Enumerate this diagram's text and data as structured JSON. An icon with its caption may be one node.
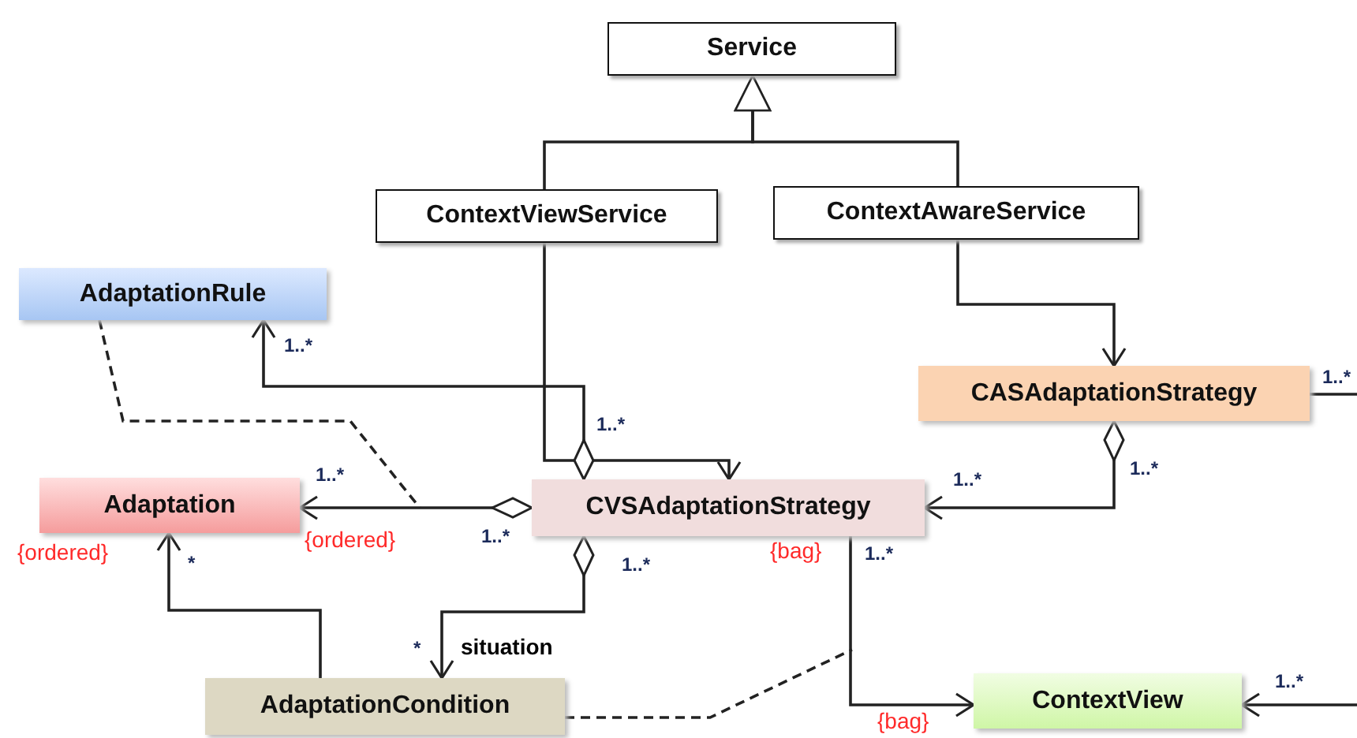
{
  "diagram": {
    "nodes": [
      {
        "text": [
          "Service"
        ]
      },
      {
        "text": [
          "ContextViewService"
        ]
      },
      {
        "text": [
          "ContextAwareService"
        ]
      },
      {
        "text": [
          "AdaptationRule"
        ]
      },
      {
        "text": [
          "CASAdaptationStrategy"
        ]
      },
      {
        "text": [
          "Adaptation"
        ]
      },
      {
        "text": [
          "CVSAdaptationStrategy"
        ]
      },
      {
        "text": [
          "AdaptationCondition"
        ]
      },
      {
        "text": [
          "ContextView"
        ]
      }
    ],
    "edges": [
      {
        "from": 1,
        "to": 0,
        "arrow": "to"
      },
      {
        "from": 2,
        "to": 0,
        "arrow": "to"
      },
      {
        "from": 1,
        "to": 6,
        "arrow": "to"
      },
      {
        "from": 2,
        "to": 4,
        "arrow": "to"
      },
      {
        "from": 6,
        "to": 3,
        "arrow": "to"
      },
      {
        "from": 6,
        "to": 5,
        "arrow": "to"
      },
      {
        "from": 6,
        "to": 7,
        "arrow": "to",
        "label": "situation"
      },
      {
        "from": 7,
        "to": 5,
        "arrow": "to"
      },
      {
        "from": 4,
        "to": 6,
        "arrow": "to"
      },
      {
        "from": 6,
        "to": 8,
        "arrow": "to"
      },
      {
        "from": null,
        "to": 8,
        "arrow": "to"
      },
      {
        "from": 4,
        "to": null,
        "arrow": "none"
      },
      {
        "from": 3,
        "to": null,
        "arrow": "none",
        "style": "dashed"
      },
      {
        "from": 7,
        "to": null,
        "arrow": "none",
        "style": "dashed"
      }
    ],
    "labels": [
      "1..*",
      "1..*",
      "1..*",
      "1..*",
      "1..*",
      "1..*",
      "{ordered}",
      "1..*",
      "{ordered}",
      "*",
      "{bag}",
      "1..*",
      "1..*",
      "*",
      "{bag}",
      "1..*"
    ]
  }
}
